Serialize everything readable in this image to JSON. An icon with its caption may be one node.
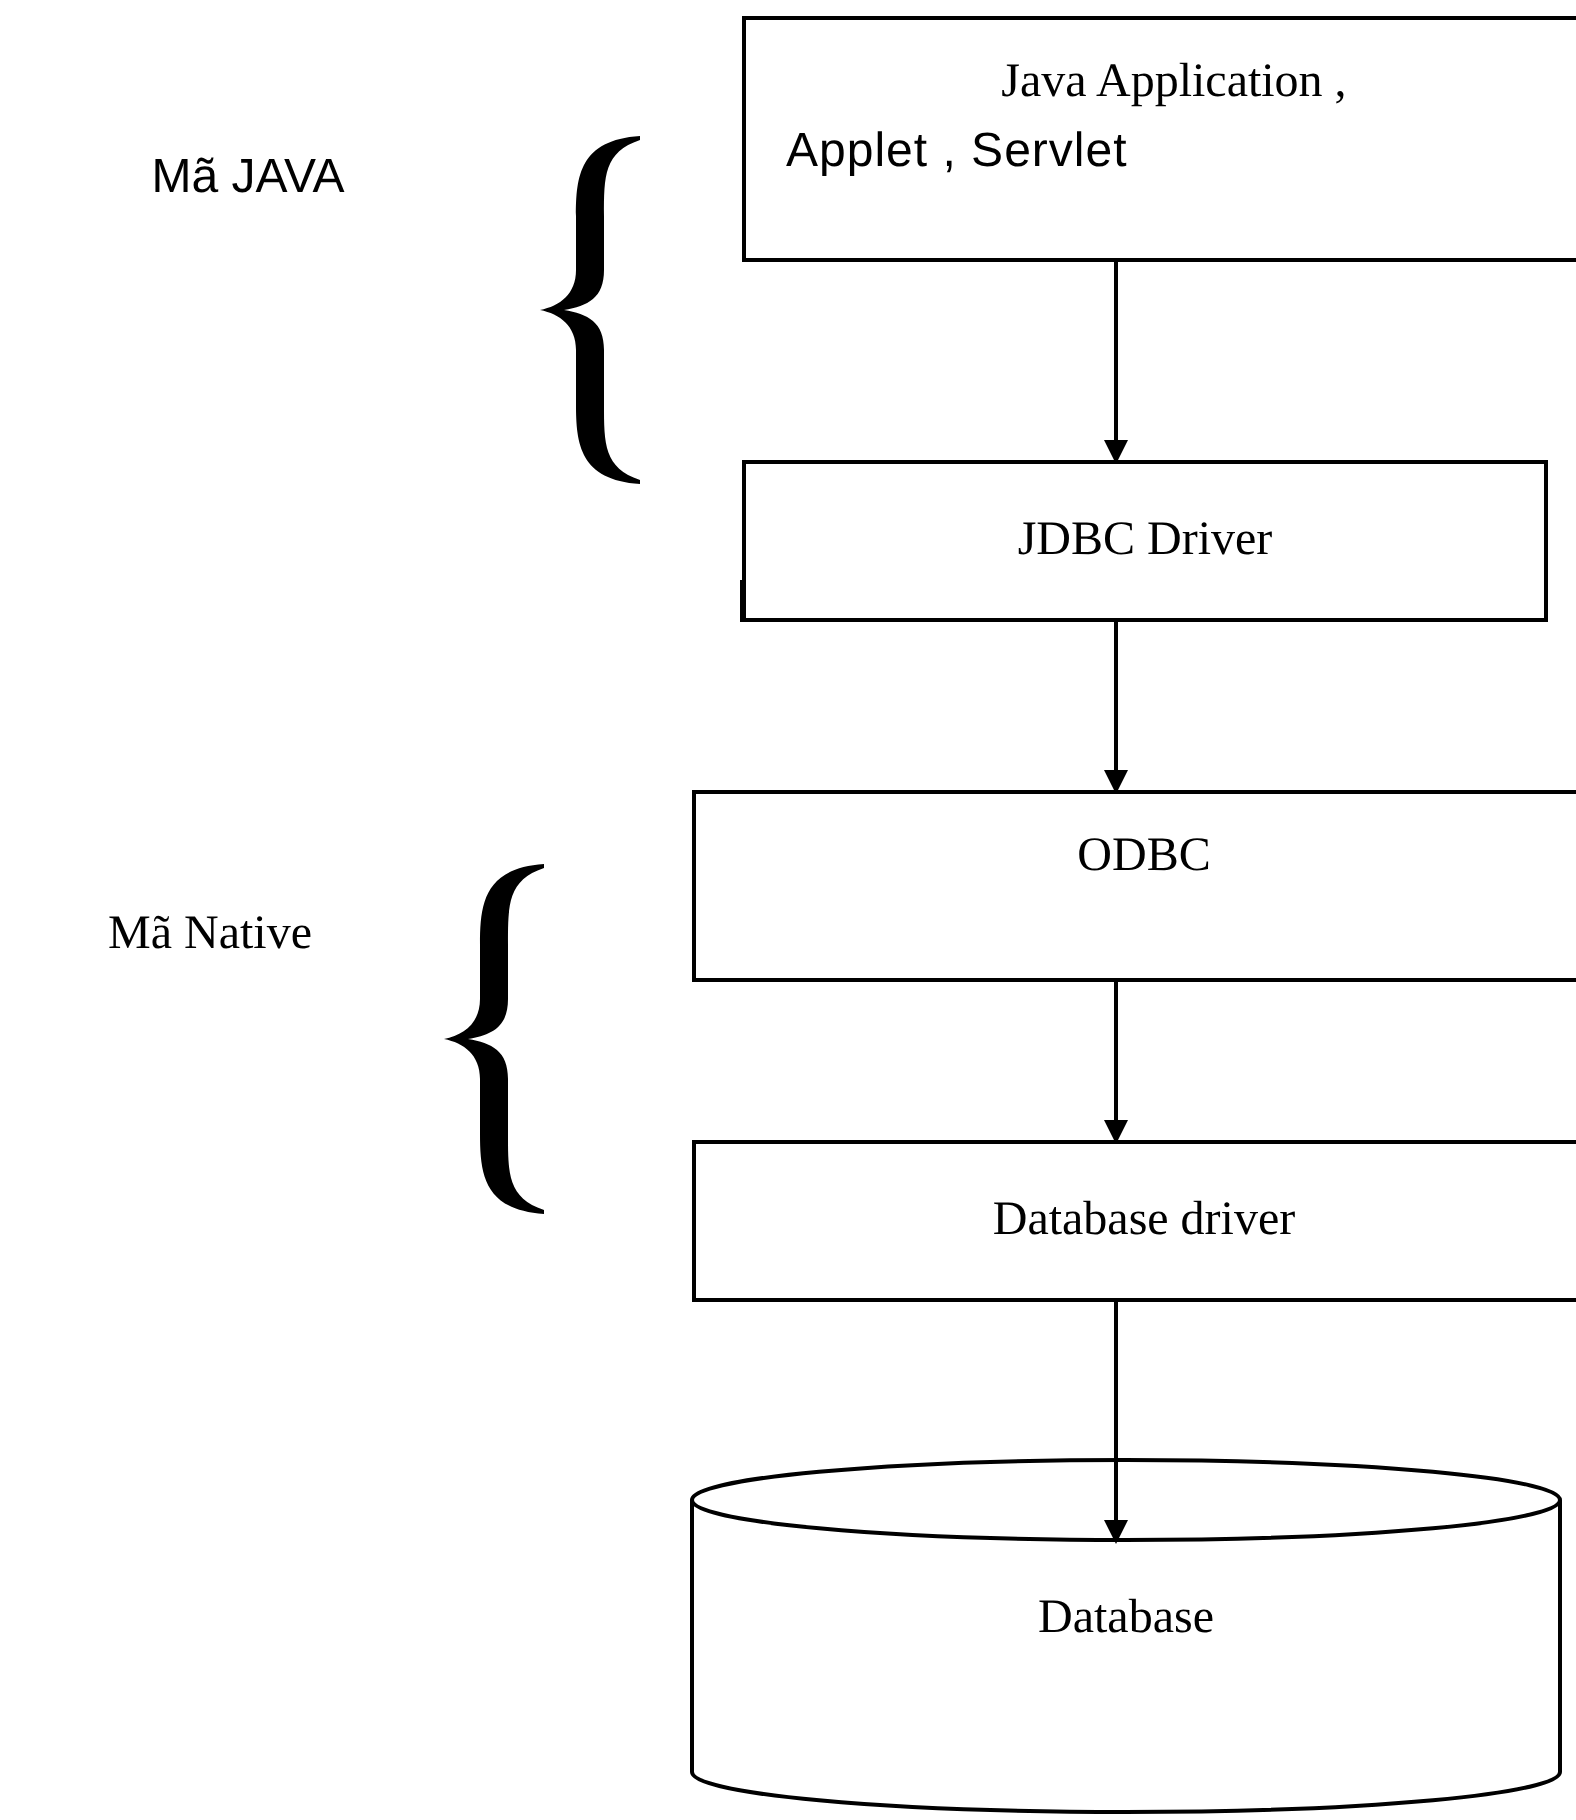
{
  "diagram": {
    "nodes": [
      {
        "text": [
          "Java Application ,",
          "Applet , Servlet"
        ]
      },
      {
        "text": [
          "JDBC Driver"
        ]
      },
      {
        "text": [
          "ODBC"
        ]
      },
      {
        "text": [
          "Database driver"
        ]
      },
      {
        "text": [
          "Database"
        ]
      }
    ],
    "edges": [
      {
        "from": 0,
        "to": 1,
        "arrow": "to"
      },
      {
        "from": 1,
        "to": 2,
        "arrow": "to"
      },
      {
        "from": 2,
        "to": 3,
        "arrow": "to"
      },
      {
        "from": 3,
        "to": 4,
        "arrow": "to"
      }
    ],
    "labels": [
      "Mã JAVA",
      "Mã Native"
    ]
  }
}
